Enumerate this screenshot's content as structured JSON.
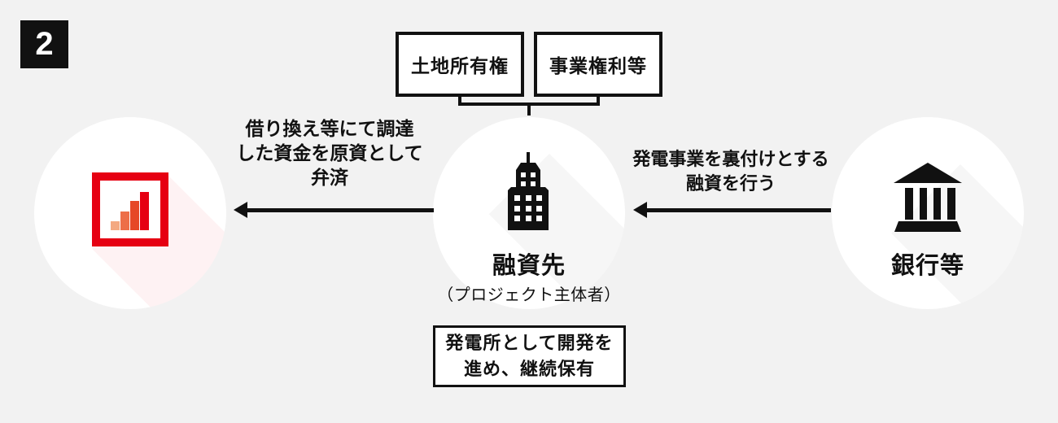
{
  "badge": {
    "number": "2"
  },
  "top_boxes": {
    "land": {
      "label": "土地所有権"
    },
    "rights": {
      "label": "事業権利等"
    }
  },
  "entities": {
    "lender_company": {
      "icon": "bar-chart-logo"
    },
    "borrower": {
      "title": "融資先",
      "subtitle": "（プロジェクト主体者）",
      "icon": "building-icon"
    },
    "bank": {
      "title": "銀行等",
      "icon": "bank-icon"
    }
  },
  "arrow_labels": {
    "repay": {
      "line1": "借り換え等にて調達",
      "line2": "した資金を原資として",
      "line3": "弁済"
    },
    "loan": {
      "line1": "発電事業を裏付けとする",
      "line2": "融資を行う"
    }
  },
  "note": {
    "line1": "発電所として開発を",
    "line2": "進め、継続保有"
  },
  "colors": {
    "background": "#f2f2f2",
    "ink": "#111111",
    "white": "#ffffff",
    "brand_red": "#e60012",
    "logo_bar1": "#f4a981",
    "logo_bar2": "#ed6e48",
    "logo_bar3": "#e64827",
    "logo_bar4": "#e60012"
  }
}
